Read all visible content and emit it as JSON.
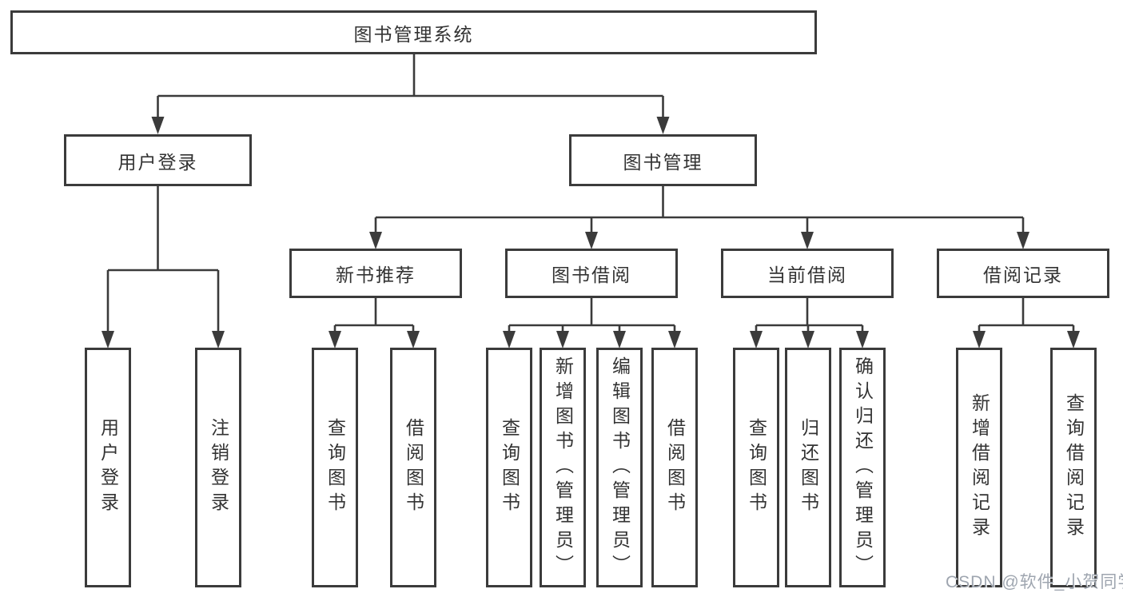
{
  "root": {
    "label": "图书管理系统"
  },
  "level2": [
    {
      "label": "用户登录",
      "children": [
        "用户登录",
        "注销登录"
      ]
    },
    {
      "label": "图书管理"
    }
  ],
  "level3": [
    {
      "label": "新书推荐",
      "children": [
        "查询图书",
        "借阅图书"
      ]
    },
    {
      "label": "图书借阅",
      "children": [
        "查询图书",
        "新增图书（管理员）",
        "编辑图书（管理员）",
        "借阅图书"
      ]
    },
    {
      "label": "当前借阅",
      "children": [
        "查询图书",
        "归还图书",
        "确认归还（管理员）"
      ]
    },
    {
      "label": "借阅记录",
      "children": [
        "新增借阅记录",
        "查询借阅记录"
      ]
    }
  ],
  "watermark": {
    "text": "CSDN @软件_小贺同学"
  },
  "colors": {
    "line": "#3b3b3b",
    "text": "#333333",
    "background": "#ffffff",
    "watermark_text": "#949ba6"
  }
}
